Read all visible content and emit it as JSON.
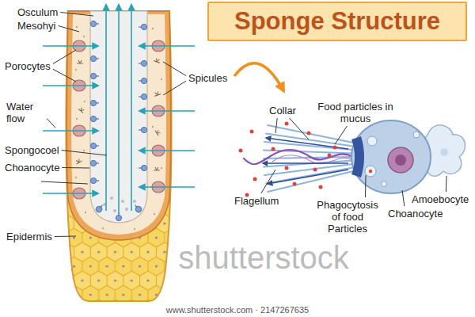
{
  "diagram": {
    "title": "Sponge Structure",
    "labels": [
      "Osculum",
      "Mesohyi",
      "Porocytes",
      "Spicules",
      "Water flow",
      "Spongocoel",
      "Choanocyte",
      "Epidermis",
      "Collar",
      "Food particles in mucus",
      "Flagellum",
      "Phagocytosis of food Particles",
      "Choanocyte",
      "Amoebocyte",
      "shutterstock",
      "www.shutterstock.com · 2147267635"
    ]
  }
}
